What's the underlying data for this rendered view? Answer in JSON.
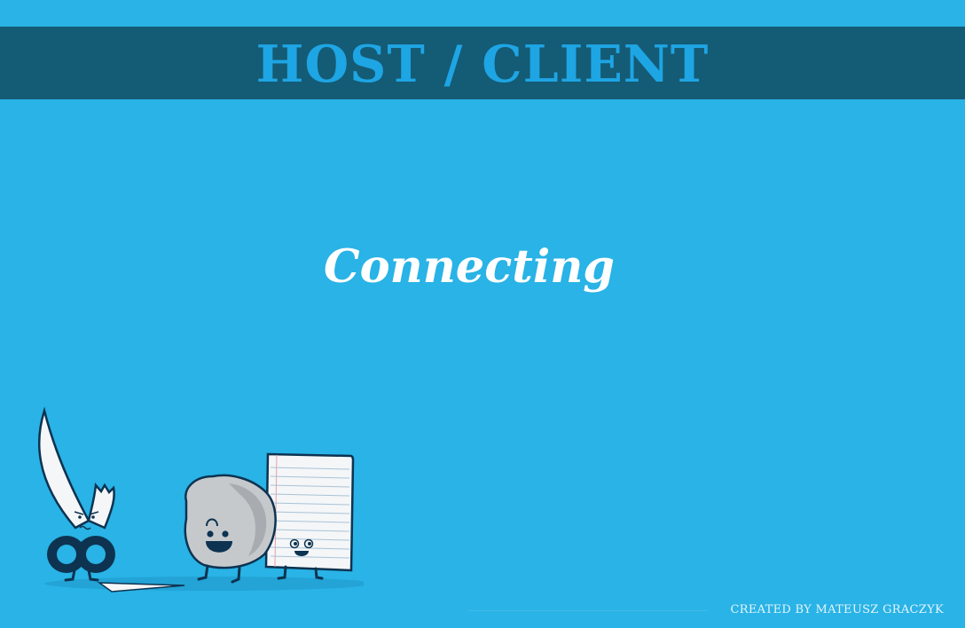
{
  "header": {
    "title": "HOST / CLIENT"
  },
  "main": {
    "status_text": "Connecting"
  },
  "illustration": {
    "characters": [
      "scissors",
      "rock",
      "paper"
    ]
  },
  "footer": {
    "credit": "CREATED BY MATEUSZ GRACZYK"
  },
  "colors": {
    "background": "#29b3e6",
    "header_bar": "#145b75",
    "title": "#1ea5e4",
    "status": "#ffffff",
    "character_outline": "#0d3350"
  }
}
